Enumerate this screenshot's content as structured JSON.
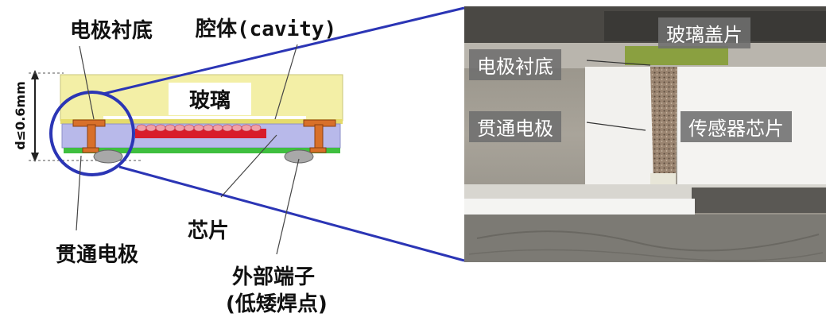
{
  "diagram": {
    "labels": {
      "substrate": "电极衬底",
      "cavity": "腔体(cavity)",
      "glass": "玻璃",
      "dimension": "d≤0.6mm",
      "chip": "芯片",
      "via": "贯通电极",
      "terminal_line1": "外部端子",
      "terminal_line2": "(低矮焊点)"
    }
  },
  "photo": {
    "labels": {
      "glass_cover": "玻璃盖片",
      "substrate": "电极衬底",
      "via": "贯通电极",
      "sensor_chip": "传感器芯片"
    }
  },
  "colors": {
    "glass": "#f3efa6",
    "chip": "#b8b9ea",
    "electrode": "#d8702a",
    "die": "#d81c2a",
    "pcb": "#3fbf3f",
    "zoom_circle": "#2b35b5"
  }
}
